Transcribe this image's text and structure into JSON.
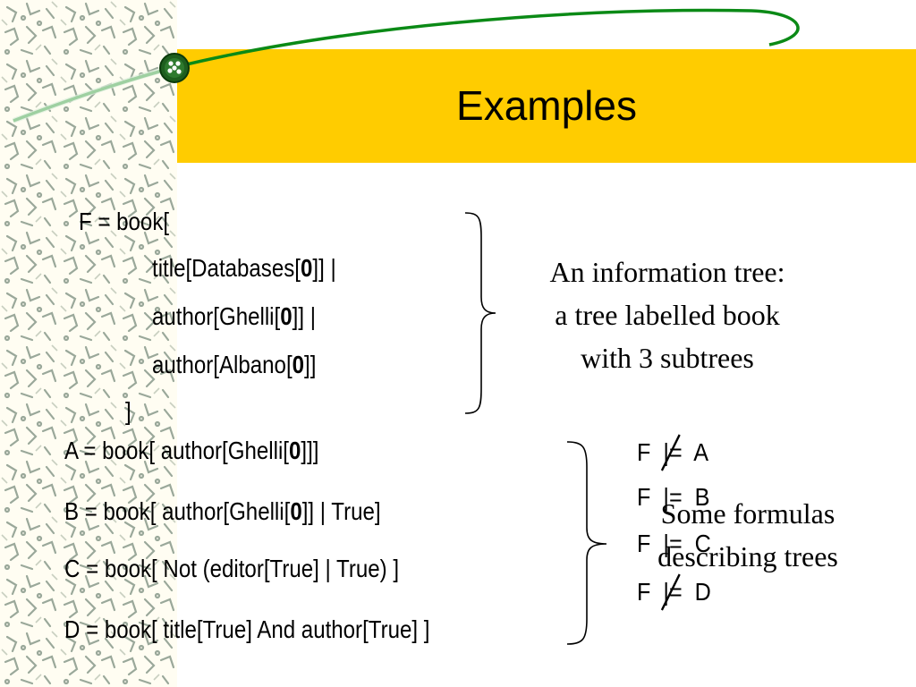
{
  "title": "Examples",
  "formula_f": {
    "line1": "F = book[",
    "line2_pre": "title[Databases[",
    "line2_zero": "0",
    "line2_post": "]] |",
    "line3_pre": "author[Ghelli[",
    "line3_zero": "0",
    "line3_post": "]] |",
    "line4_pre": "author[Albano[",
    "line4_zero": "0",
    "line4_post": "]]",
    "line5": "]"
  },
  "tree_note": {
    "line1": "An information tree:",
    "line2": "a tree labelled book",
    "line3": "with 3 subtrees"
  },
  "formulas": [
    {
      "pre": "A = book[ author[Ghelli[",
      "zero": "0",
      "post": "]]]"
    },
    {
      "pre": "B = book[ author[Ghelli[",
      "zero": "0",
      "post": "]] | True]"
    },
    {
      "text": "C = book[ Not (editor[True] | True) ]"
    },
    {
      "text": "D = book[ title[True] And author[True] ]"
    }
  ],
  "relations": [
    {
      "left": "F",
      "sym": "|=",
      "right": "A",
      "negated": true
    },
    {
      "left": "F",
      "sym": "|=",
      "right": "B",
      "negated": false
    },
    {
      "left": "F",
      "sym": "|=",
      "right": "C",
      "negated": false
    },
    {
      "left": "F",
      "sym": "|=",
      "right": "D",
      "negated": true
    }
  ],
  "formulas_note": {
    "line1": "Some formulas",
    "line2": "describing trees"
  },
  "colors": {
    "title_band": "#FFCC00",
    "swoosh": "#0B8A16",
    "strip_pattern": "#8C9A8C"
  }
}
